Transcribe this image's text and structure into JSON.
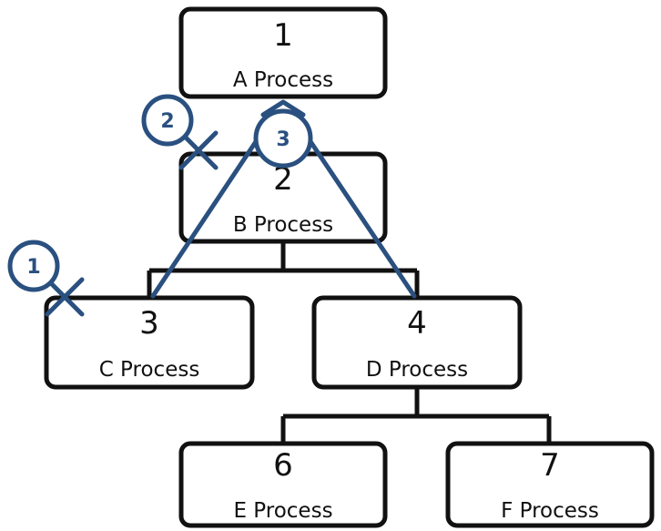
{
  "colors": {
    "node_border": "#111111",
    "connector": "#111111",
    "annotation": "#2a5080",
    "background": "#ffffff"
  },
  "nodes": {
    "a": {
      "number": "1",
      "label": "A Process"
    },
    "b": {
      "number": "2",
      "label": "B Process"
    },
    "c": {
      "number": "3",
      "label": "C Process"
    },
    "d": {
      "number": "4",
      "label": "D Process"
    },
    "e": {
      "number": "6",
      "label": "E Process"
    },
    "f": {
      "number": "7",
      "label": "F Process"
    }
  },
  "badges": {
    "one": "1",
    "two": "2",
    "three": "3"
  }
}
